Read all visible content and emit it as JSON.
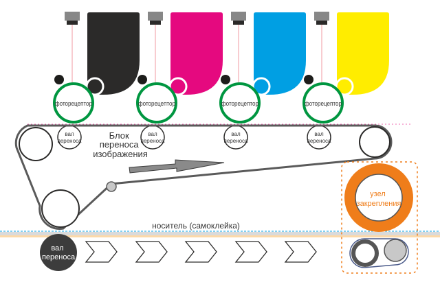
{
  "units": [
    {
      "color": "#2b2a29",
      "photoreceptor_label": "фоторецептор",
      "roller_label": [
        "вал",
        "переноса"
      ]
    },
    {
      "color": "#e5097f",
      "photoreceptor_label": "фоторецептор",
      "roller_label": [
        "вал",
        "переноса"
      ]
    },
    {
      "color": "#009fe3",
      "photoreceptor_label": "фоторецептор",
      "roller_label": [
        "вал",
        "переноса"
      ]
    },
    {
      "color": "#ffed00",
      "photoreceptor_label": "фоторецептор",
      "roller_label": [
        "вал",
        "переноса"
      ]
    }
  ],
  "belt_label": [
    "Блок",
    "переноса",
    "изображения"
  ],
  "media_label": "носитель (самоклейка)",
  "bottom_roller_label": [
    "вал",
    "переноса"
  ],
  "fuser_label": [
    "узел",
    "закрепления"
  ],
  "colors": {
    "photoreceptor": "#009640",
    "fuser": "#ef7d1a",
    "belt": "#5a5a5a"
  }
}
